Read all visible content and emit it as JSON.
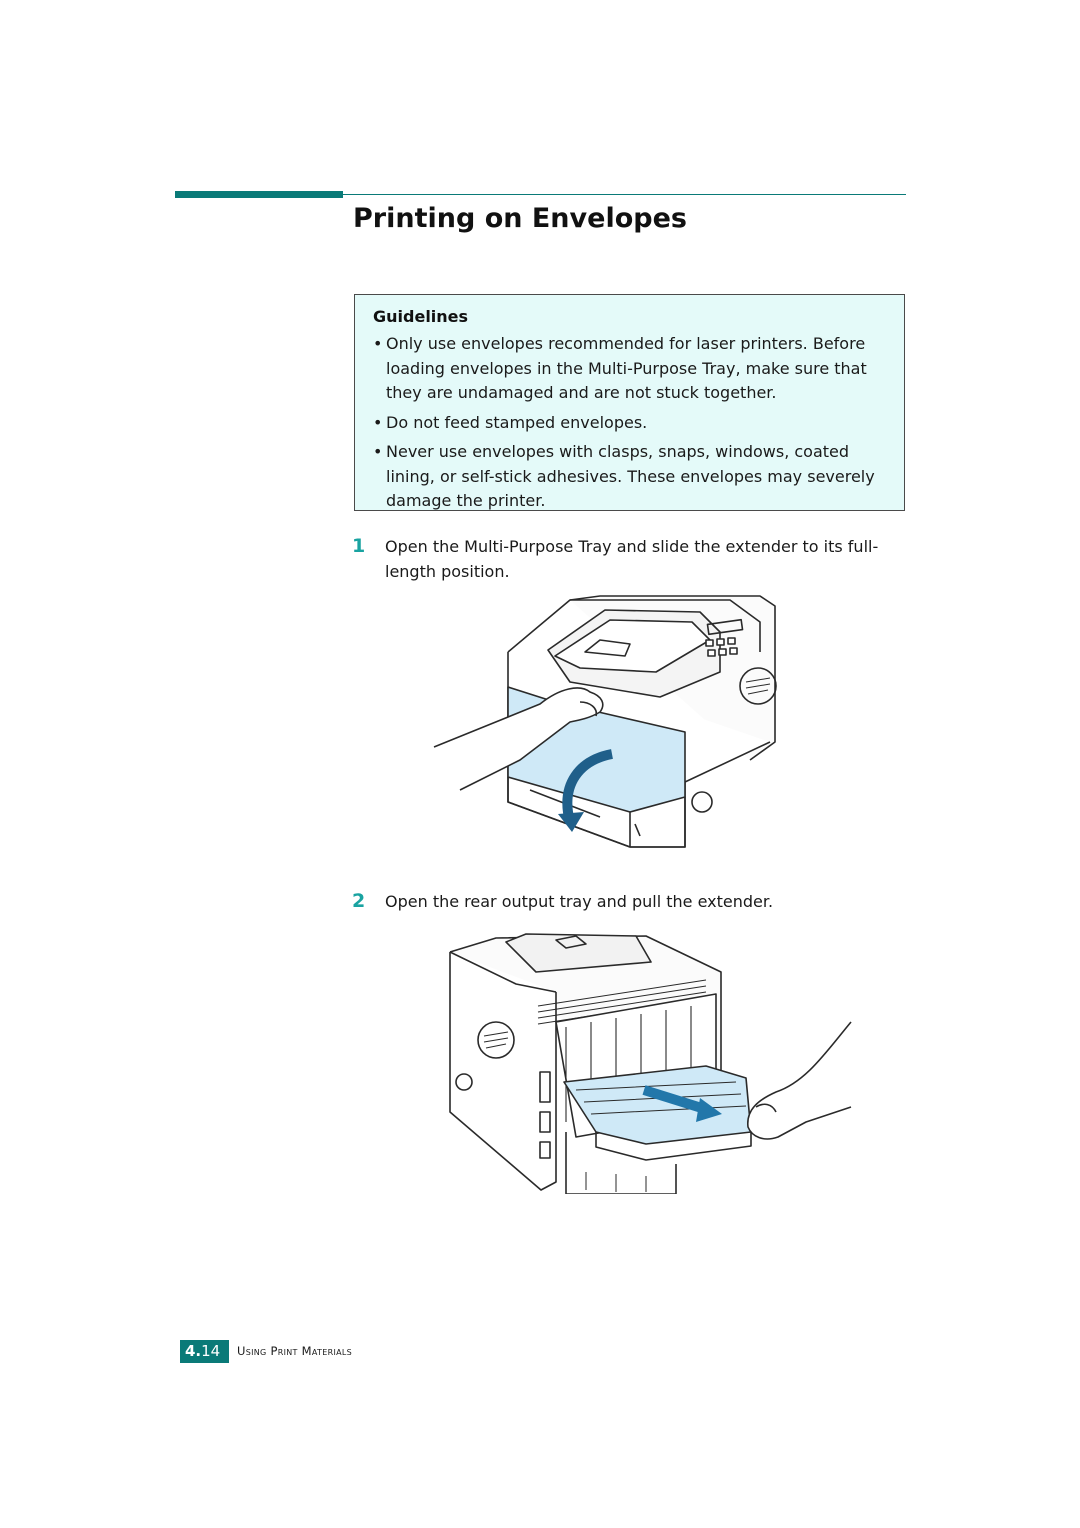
{
  "page": {
    "title": "Printing on Envelopes",
    "accent_color": "#0a7a78",
    "step_number_color": "#19a3a1"
  },
  "guidelines": {
    "heading": "Guidelines",
    "background": "#e4faf9",
    "items": [
      "Only use envelopes recommended for laser printers. Before loading envelopes in the Multi-Purpose Tray, make sure that they are undamaged and are not stuck together.",
      "Do not feed stamped envelopes.",
      "Never use envelopes with clasps, snaps, windows, coated lining, or self-stick adhesives. These envelopes may severely damage the printer."
    ]
  },
  "steps": [
    {
      "number": "1",
      "text": "Open the Multi-Purpose Tray and slide the extender to its full-length position.",
      "illustration": "printer-front-open-tray"
    },
    {
      "number": "2",
      "text": "Open the rear output tray and pull the extender.",
      "illustration": "printer-rear-output-tray"
    }
  ],
  "footer": {
    "chapter": "4.",
    "page": "14",
    "section": "Using Print Materials"
  }
}
